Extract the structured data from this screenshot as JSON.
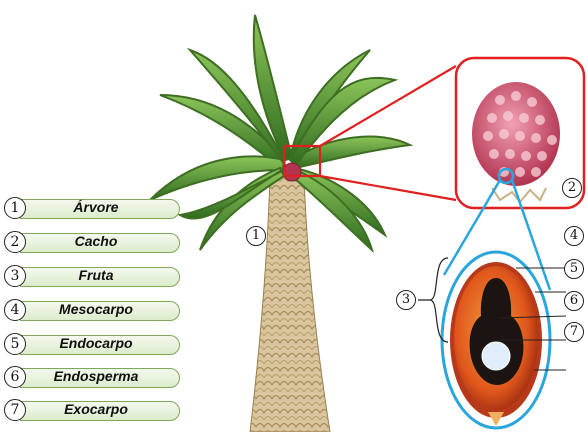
{
  "legend": [
    {
      "num": "1",
      "label": "Árvore"
    },
    {
      "num": "2",
      "label": "Cacho"
    },
    {
      "num": "3",
      "label": "Fruta"
    },
    {
      "num": "4",
      "label": "Mesocarpo"
    },
    {
      "num": "5",
      "label": "Endocarpo"
    },
    {
      "num": "6",
      "label": "Endosperma"
    },
    {
      "num": "7",
      "label": "Exocarpo"
    }
  ],
  "callouts": {
    "tree": "1",
    "bunch": "2",
    "fruit": "3",
    "mesocarp": "4",
    "endocarp": "5",
    "endosperm": "6",
    "exocarp": "7"
  },
  "colors": {
    "zoom_frame": "#e0201e",
    "fruit_frame": "#2aa6dc",
    "legend_border": "#7fa85a",
    "frond_green": "#4f8a2a",
    "trunk": "#d8c49a",
    "fruit_orange": "#e0571c"
  }
}
